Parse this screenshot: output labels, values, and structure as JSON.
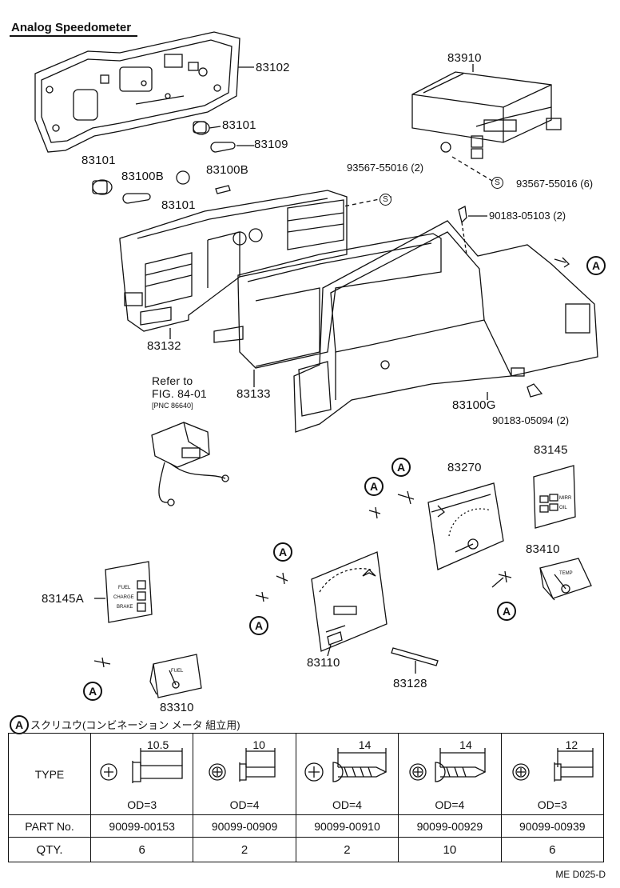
{
  "title": "Analog Speedometer",
  "parts": {
    "p83102": "83102",
    "p83910": "83910",
    "p83101_a": "83101",
    "p83109": "83109",
    "p83101_b": "83101",
    "p83100b_a": "83100B",
    "p83100b_b": "83100B",
    "p83101_c": "83101",
    "p93567_2": "93567-55016 (2)",
    "p93567_6": "93567-55016 (6)",
    "p90183_05103": "90183-05103 (2)",
    "p83132": "83132",
    "p83133": "83133",
    "p83100g": "83100G",
    "p90183_05094": "90183-05094 (2)",
    "refer1": "Refer to",
    "refer2": "FIG. 84-01",
    "refer3": "[PNC 86640]",
    "p83270": "83270",
    "p83145": "83145",
    "p83410": "83410",
    "p83145a": "83145A",
    "p83110": "83110",
    "p83128": "83128",
    "p83310": "83310"
  },
  "markers": {
    "a": "A",
    "s": "S"
  },
  "gauge_text": {
    "fuel": "FUEL",
    "charge": "CHARGE",
    "brake": "BRAKE",
    "mirr": "MIRR",
    "oil": "OIL",
    "temp": "TEMP"
  },
  "legend_text": "スクリユウ(コンビネーション メータ 組立用)",
  "table": {
    "row_labels": {
      "type": "TYPE",
      "part": "PART No.",
      "qty": "QTY."
    },
    "columns": [
      {
        "dim": "10.5",
        "od": "OD=3",
        "part": "90099-00153",
        "qty": "6"
      },
      {
        "dim": "10",
        "od": "OD=4",
        "part": "90099-00909",
        "qty": "2"
      },
      {
        "dim": "14",
        "od": "OD=4",
        "part": "90099-00910",
        "qty": "2"
      },
      {
        "dim": "14",
        "od": "OD=4",
        "part": "90099-00929",
        "qty": "10"
      },
      {
        "dim": "12",
        "od": "OD=3",
        "part": "90099-00939",
        "qty": "6"
      }
    ]
  },
  "footer": "ME D025-D"
}
